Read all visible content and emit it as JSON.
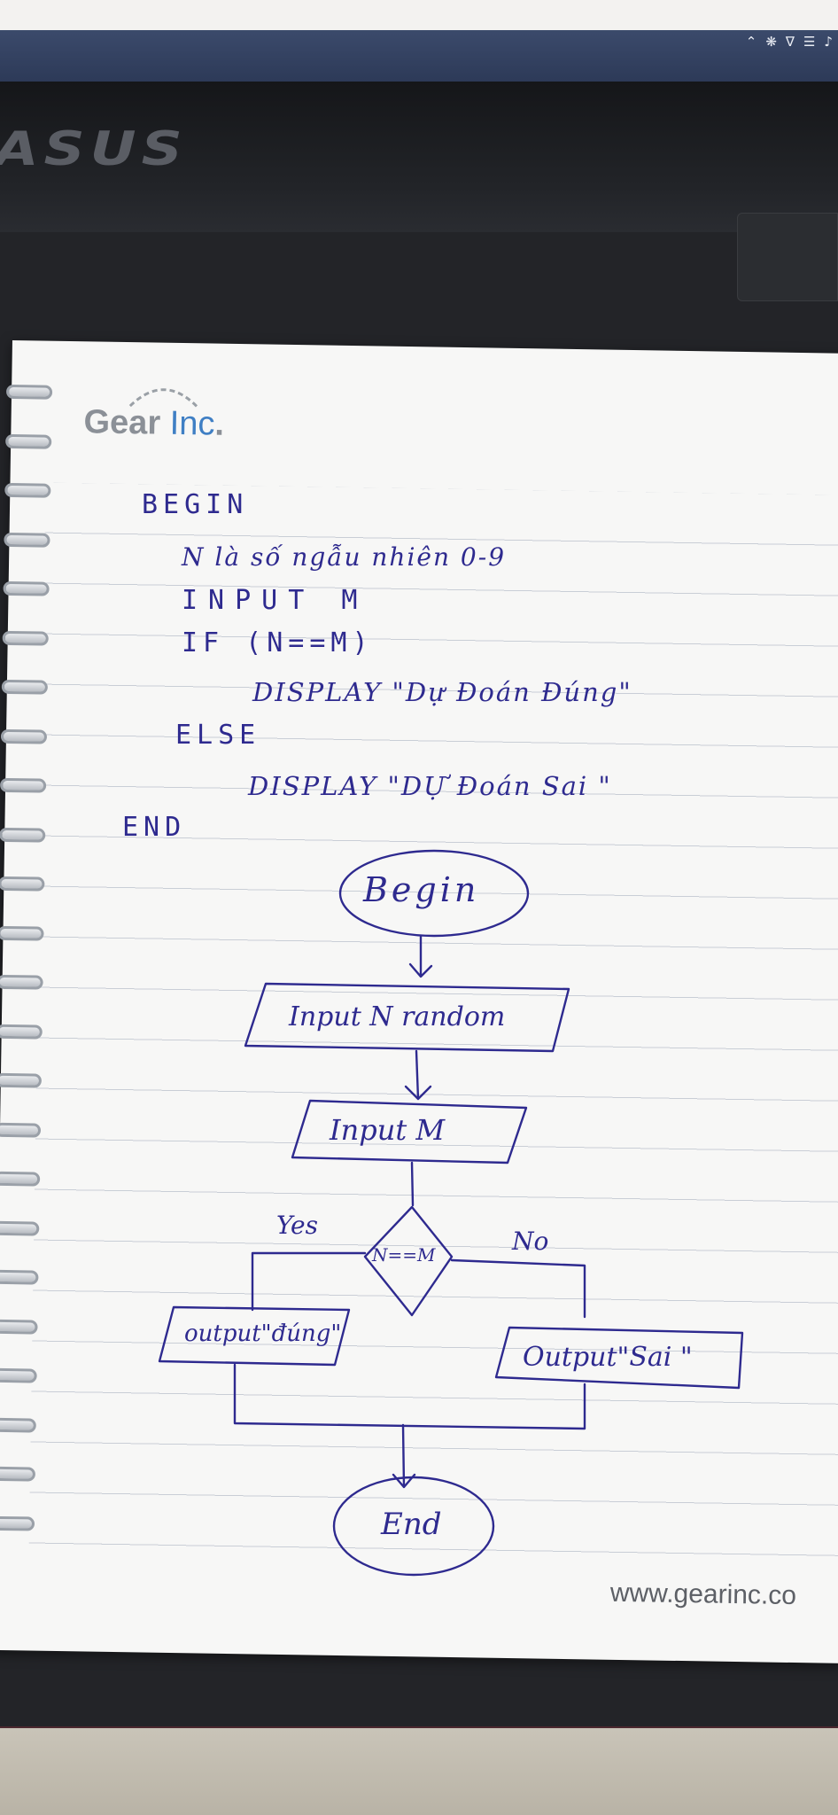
{
  "tray": {
    "icons": [
      "chevron-up-icon",
      "network-icon",
      "shield-icon",
      "wifi-icon",
      "speaker-icon"
    ]
  },
  "laptop": {
    "brand": "ASUS"
  },
  "notebook": {
    "logo": {
      "name": "Gear",
      "suffix": "Inc",
      "dot": "."
    },
    "website": "www.gearinc.co"
  },
  "pseudocode": {
    "lines": [
      "BEGIN",
      "N là số ngẫu nhiên 0-9",
      "INPUT M",
      "IF (N==M)",
      "DISPLAY \"Dự Đoán Đúng\"",
      "ELSE",
      "DISPLAY \"DỰ Đoán Sai \"",
      "END"
    ]
  },
  "flowchart": {
    "begin": "Begin",
    "input_n": "Input N random",
    "input_m": "Input M",
    "decision": "N==M",
    "yes_label": "Yes",
    "no_label": "No",
    "output_yes": "output\"đúng\"",
    "output_no": "Output\"Sai \"",
    "end": "End"
  },
  "colors": {
    "ink": "#2e2a8f",
    "paper": "#f7f7f6",
    "taskbar": "#33415f"
  }
}
